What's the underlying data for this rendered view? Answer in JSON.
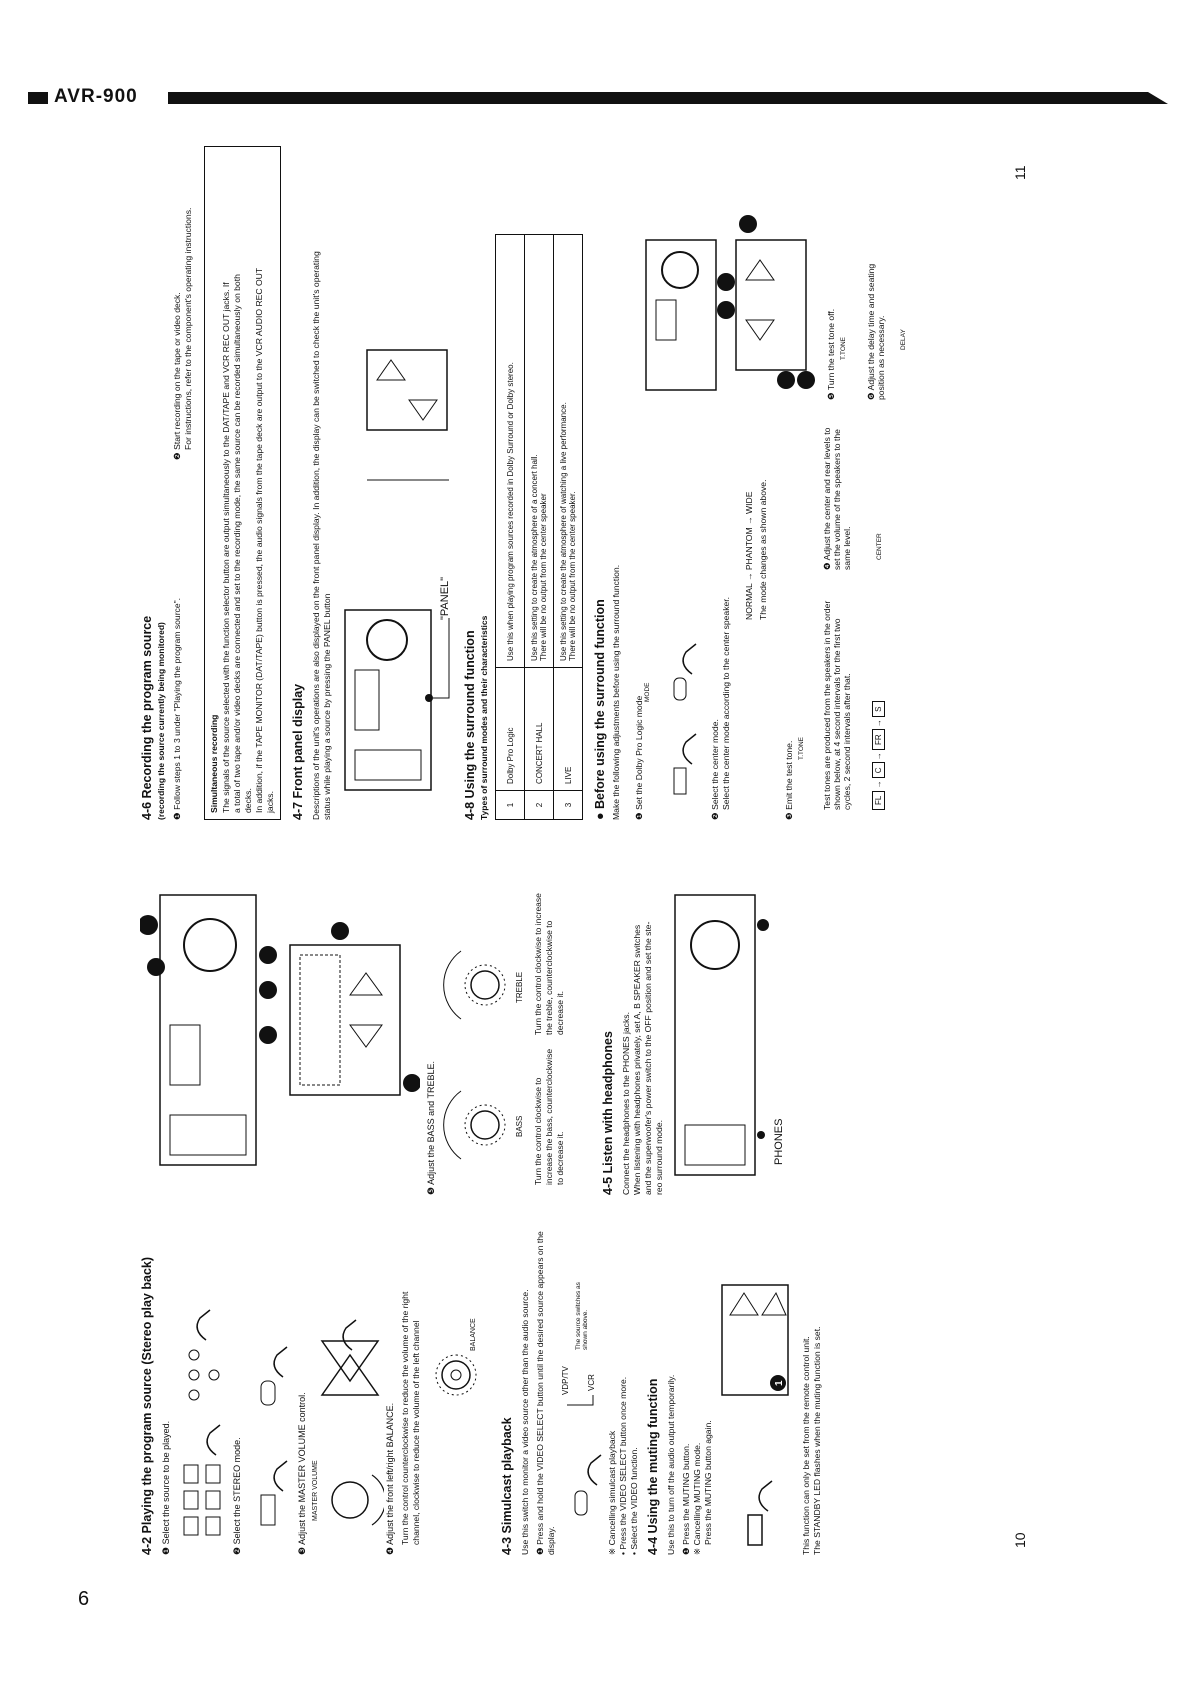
{
  "header": {
    "model": "AVR-900"
  },
  "page_numbers": {
    "outer": "6",
    "left_spread": "10",
    "right_spread": "11"
  },
  "left_page": {
    "s42": {
      "title": "4-2  Playing the program source (Stereo play back)",
      "step1": "❶ Select the source to be played.",
      "step2": "❷ Select the STEREO mode.",
      "step3": "❸ Adjust the MASTER VOLUME control.",
      "step4a": "❹ Adjust the front left/right BALANCE.",
      "step4b": "Turn the control counterclockwise to reduce the volume of the right",
      "step4c": "channel, clockwise to reduce the volume of the left channel",
      "balance_label": "BALANCE",
      "master_volume_label": "MASTER VOLUME",
      "step5": "❺ Adjust the BASS and TREBLE.",
      "bass_label": "BASS",
      "treble_label": "TREBLE",
      "bass_desc": "Turn the control clockwise to increase the bass, counterclockwise to decrease it.",
      "treble_desc": "Turn the control clockwise to increase the treble, counterclockwise to decrease it."
    },
    "s43": {
      "title": "4-3  Simulcast playback",
      "intro": "Use this switch to monitor a video source other than the audio source.",
      "step1": "❶ Press and hold the VIDEO SELECT button until the desired source appears on the display.",
      "vdp_label": "VDP/TV",
      "vcr_label": "VCR",
      "note": "The source switches as shown above.",
      "cancel_title": "※ Cancelling simulcast playback",
      "cancel1": "• Press the VIDEO SELECT button once more.",
      "cancel2": "• Select the VIDEO function."
    },
    "s44": {
      "title": "4-4  Using the muting function",
      "intro": "Use this to turn off the audio output temporarily.",
      "step1": "❶ Press the MUTING button.",
      "cancel_title": "※ Cancelling MUTING mode.",
      "cancel1": "Press the MUTING button again.",
      "foot1": "This function can only be set from the remote control unit.",
      "foot2": "The STANDBY LED flashes when the muting function is set."
    },
    "s45": {
      "title": "4-5  Listen with headphones",
      "line1": "Connect the headphones to the PHONES jacks.",
      "line2": "When listening with headphones privately, set A, B SPEAKER switches",
      "line3": "and the superwoofer's power switch to the OFF position and set the ste-",
      "line4": "reo surround mode.",
      "phones_label": "PHONES"
    }
  },
  "right_page": {
    "s46": {
      "title": "4-6  Recording the program source",
      "subtitle": "(recording the source currently being monitored)",
      "step1": "❶ Follow steps 1 to 3 under \"Playing the program source\".",
      "step2": "❷ Start recording on the tape or video deck.",
      "step2b": "For instructions, refer to the component's operating instructions.",
      "box_title": "Simultaneous recording",
      "box1": "The signals of the source selected with the function selector button are output simultaneously to the DAT/TAPE and VCR REC OUT jacks. If",
      "box2": "a total of two tape and/or video decks are connected and set to the recording mode, the same source can be recorded simultaneously on both",
      "box3": "decks.",
      "box4": "In addition, if the TAPE MONITOR (DAT/TAPE) button is pressed, the audio signals from the tape deck are output to the VCR AUDIO REC OUT",
      "box5": "jacks."
    },
    "s47": {
      "title": "4-7  Front panel display",
      "line1": "Descriptions of the unit's operations are also displayed on the front panel display. In addition, the display can be switched to check the unit's operating",
      "line2": "status while playing a source by pressing the PANEL button",
      "panel_label": "\"PANEL\""
    },
    "s48": {
      "title": "4-8  Using the surround function",
      "subtitle": "Types of surround modes and their characteristics",
      "rows": [
        {
          "num": "1",
          "mode": "Dolby Pro Logic",
          "desc": "Use this when playing program sources recorded in Dolby Surround or Dolby stereo.",
          "desc2": ""
        },
        {
          "num": "2",
          "mode": "CONCERT HALL",
          "desc": "Use this setting to create the atmosphere of a concert hall.",
          "desc2": "There will be no output from the center speaker"
        },
        {
          "num": "3",
          "mode": "LIVE",
          "desc": "Use this setting to create the atmosphere of watching a live performance.",
          "desc2": "There will be no output from the center speaker."
        }
      ]
    },
    "before": {
      "title": "● Before using the surround function",
      "intro": "Make the following adjustments before using the surround function.",
      "step1": "❶ Set the Dolby Pro Logic mode",
      "step2": "❷ Select the center mode.",
      "step2b": "Select the center mode according to the center speaker.",
      "center_modes": "NORMAL → PHANTOM → WIDE",
      "center_note": "The mode changes as shown above.",
      "step3": "❸ Emit the test tone.",
      "step3b": "Test tones are produced from the speakers in the order shown below, at 4 second intervals for the first two cycles, 2 second intervals after that.",
      "sequence": [
        "FL",
        "C",
        "FR",
        "S"
      ],
      "step4": "❹ Adjust the center and rear levels to set the volume of the speakers to the same level.",
      "step5": "❺ Turn the test tone off.",
      "step6": "❻ Adjust the delay time and seating position as necessary.",
      "mode_btn": "MODE",
      "ttone_btn": "T.TONE",
      "delay_btn": "DELAY",
      "center_btn": "CENTER"
    }
  }
}
